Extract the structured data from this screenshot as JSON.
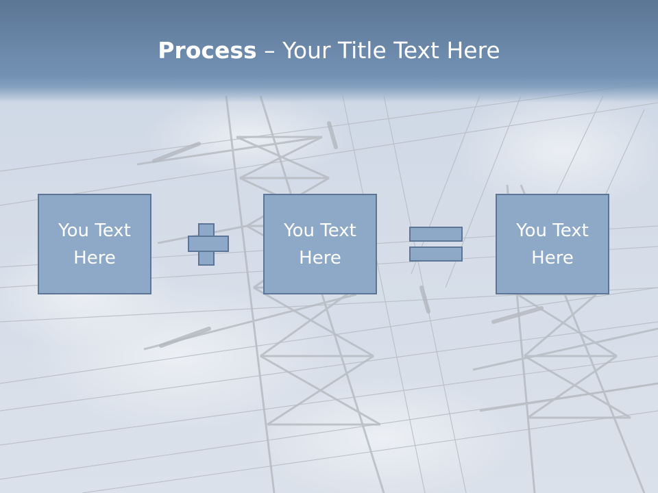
{
  "title": {
    "bold": "Process",
    "rest": " – Your Title Text Here"
  },
  "boxes": [
    {
      "text": "You Text Here"
    },
    {
      "text": "You Text Here"
    },
    {
      "text": "You Text Here"
    }
  ],
  "operators": [
    "plus",
    "equals"
  ],
  "colors": {
    "title_band": "#6a86a7",
    "box_fill": "#8ea9c7",
    "box_border": "#5c7595",
    "text": "#ffffff",
    "background": "#d4dce8"
  }
}
